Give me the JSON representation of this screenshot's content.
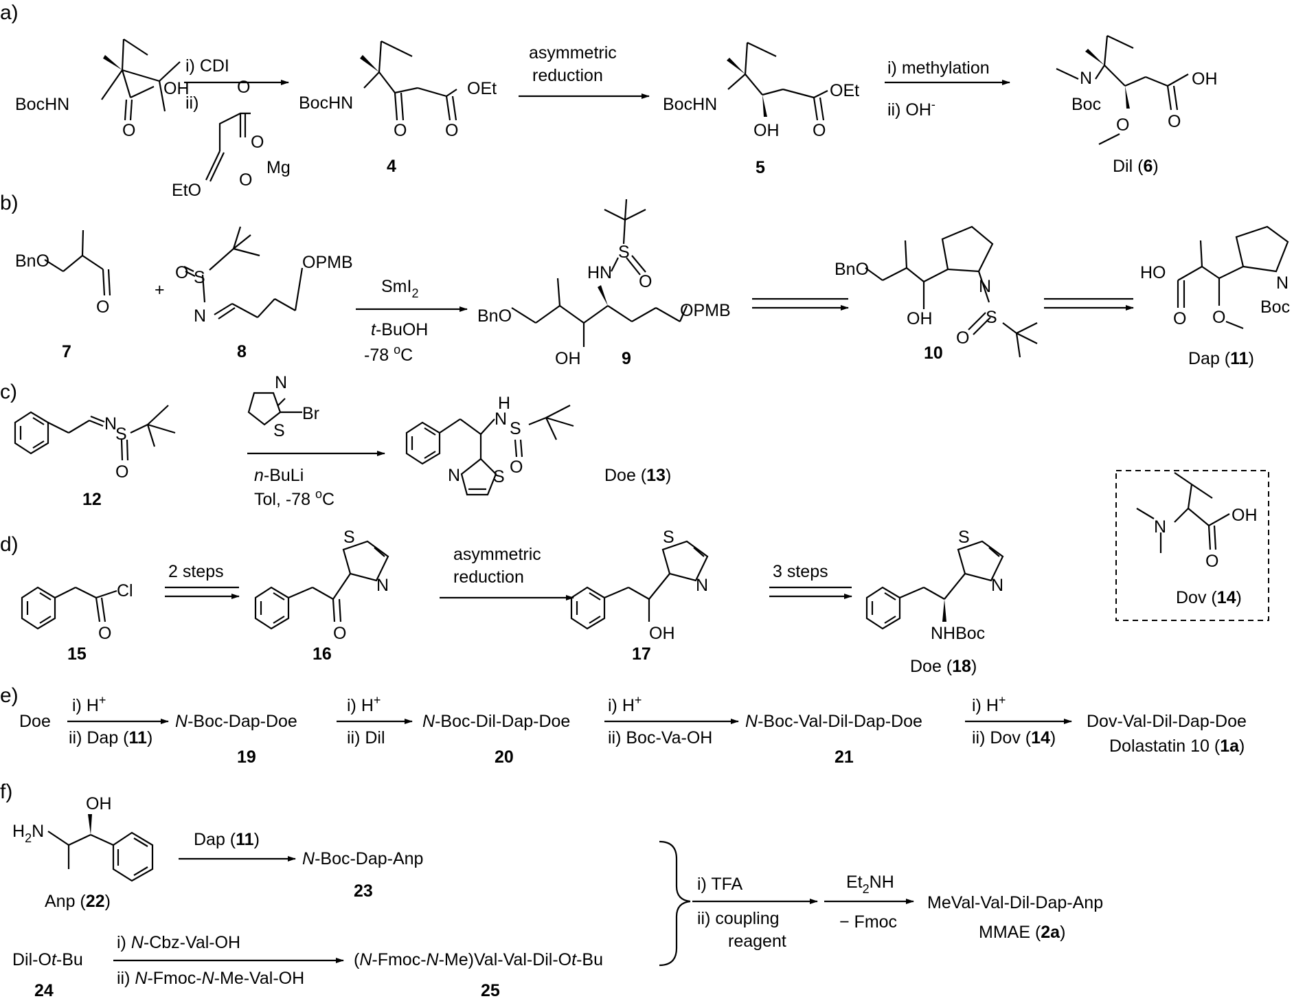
{
  "panels": {
    "a": "a)",
    "b": "b)",
    "c": "c)",
    "d": "d)",
    "e": "e)",
    "f": "f)"
  },
  "a": {
    "reagent1": "i) CDI",
    "reagent2": "ii)",
    "mg_complex": {
      "o1": "O",
      "o2": "O",
      "o3": "O",
      "mg": "Mg",
      "eto": "EtO"
    },
    "sm": {
      "boc": "BocHN",
      "oh": "OH",
      "o": "O"
    },
    "cmpd4": {
      "boc": "BocHN",
      "oet": "OEt",
      "o1": "O",
      "o2": "O",
      "label": "4"
    },
    "arrow2_l1": "asymmetric",
    "arrow2_l2": "reduction",
    "cmpd5": {
      "boc": "BocHN",
      "oet": "OEt",
      "oh": "OH",
      "o": "O",
      "label": "5"
    },
    "arrow3_l1": "i) methylation",
    "arrow3_l2": "ii) OH",
    "arrow3_sup": "-",
    "cmpd6": {
      "n": "N",
      "boc": "Boc",
      "o1": "O",
      "oh": "OH",
      "o2": "O",
      "name": "Dil (",
      "num": "6",
      "close": ")"
    }
  },
  "b": {
    "cmpd7": {
      "bno": "BnO",
      "o": "O",
      "label": "7"
    },
    "plus": "+",
    "cmpd8": {
      "o": "O",
      "s": "S",
      "n": "N",
      "opmb": "OPMB",
      "label": "8"
    },
    "reagent1": "SmI",
    "reagent1_sub": "2",
    "reagent2_it": "t",
    "reagent2": "-BuOH",
    "reagent3": "-78 ",
    "reagent3_sup": "o",
    "reagent3_c": "C",
    "cmpd9": {
      "bno": "BnO",
      "hn": "HN",
      "s": "S",
      "o": "O",
      "oh": "OH",
      "opmb": "OPMB",
      "label": "9"
    },
    "cmpd10": {
      "bno": "BnO",
      "oh": "OH",
      "n": "N",
      "s": "S",
      "o": "O",
      "label": "10"
    },
    "cmpd11": {
      "ho": "HO",
      "o1": "O",
      "o2": "O",
      "n": "N",
      "boc": "Boc",
      "name": "Dap (",
      "num": "11",
      "close": ")"
    }
  },
  "c": {
    "cmpd12": {
      "n": "N",
      "s": "S",
      "o": "O",
      "label": "12"
    },
    "thiazole": {
      "n": "N",
      "s": "S",
      "br": "Br"
    },
    "reagent2_it": "n",
    "reagent2": "-BuLi",
    "reagent3": "Tol, -78 ",
    "reagent3_sup": "o",
    "reagent3_c": "C",
    "cmpd13": {
      "h": "H",
      "n": "N",
      "s1": "S",
      "o": "O",
      "n2": "N",
      "s2": "S",
      "name": "Doe (",
      "num": "13",
      "close": ")"
    }
  },
  "d": {
    "cmpd15": {
      "o": "O",
      "cl": "Cl",
      "label": "15"
    },
    "arrow1": "2 steps",
    "cmpd16": {
      "o": "O",
      "n": "N",
      "s": "S",
      "label": "16"
    },
    "arrow2_l1": "asymmetric",
    "arrow2_l2": "reduction",
    "cmpd17": {
      "oh": "OH",
      "n": "N",
      "s": "S",
      "label": "17"
    },
    "arrow3": "3 steps",
    "cmpd18": {
      "nhboc": "NHBoc",
      "n": "N",
      "s": "S",
      "name": "Doe (",
      "num": "18",
      "close": ")"
    },
    "cmpd14": {
      "n": "N",
      "oh": "OH",
      "o": "O",
      "name": "Dov (",
      "num": "14",
      "close": ")"
    }
  },
  "e": {
    "start": "Doe",
    "a1_top": "i) H",
    "a1_bot_pre": "ii) Dap (",
    "a1_bot_num": "11",
    "a1_bot_post": ")",
    "p19_it": "N",
    "p19": "-Boc-Dap-Doe",
    "l19": "19",
    "a2_top": "i) H",
    "a2_bot": "ii) Dil",
    "p20_it": "N",
    "p20": "-Boc-Dil-Dap-Doe",
    "l20": "20",
    "a3_top": "i) H",
    "a3_bot": "ii) Boc-Va-OH",
    "p21_it": "N",
    "p21": "-Boc-Val-Dil-Dap-Doe",
    "l21": "21",
    "a4_top": "i) H",
    "a4_bot_pre": "ii) Dov (",
    "a4_bot_num": "14",
    "a4_bot_post": ")",
    "product": "Dov-Val-Dil-Dap-Doe",
    "product_name_pre": "Dolastatin 10 (",
    "product_name_num": "1a",
    "product_name_post": ")",
    "plus_sup": "+"
  },
  "f": {
    "cmpd22": {
      "h2n": "H",
      "h2n_sub": "2",
      "h2n_n": "N",
      "oh": "OH",
      "name": "Anp (",
      "num": "22",
      "close": ")"
    },
    "a1_pre": "Dap (",
    "a1_num": "11",
    "a1_post": ")",
    "p23_it": "N",
    "p23": "-Boc-Dap-Anp",
    "l23": "23",
    "sm24_pre": "Dil-O",
    "sm24_it": "t",
    "sm24_post": "-Bu",
    "l24": "24",
    "a2_top_pre": "i) ",
    "a2_top_it": "N",
    "a2_top_post": "-Cbz-Val-OH",
    "a2_bot_pre": "ii) ",
    "a2_bot_it1": "N",
    "a2_bot_mid": "-Fmoc-",
    "a2_bot_it2": "N",
    "a2_bot_post": "-Me-Val-OH",
    "p25_a": "(",
    "p25_it1": "N",
    "p25_b": "-Fmoc-",
    "p25_it2": "N",
    "p25_c": "-Me)Val-Val-Dil-O",
    "p25_it3": "t",
    "p25_d": "-Bu",
    "l25": "25",
    "a3_top": "i) TFA",
    "a3_bot1": "ii) coupling",
    "a3_bot2": "reagent",
    "a4_top": "Et",
    "a4_top_sub": "2",
    "a4_top_post": "NH",
    "a4_bot": "− Fmoc",
    "product": "MeVal-Val-Dil-Dap-Anp",
    "product_name_pre": "MMAE (",
    "product_name_num": "2a",
    "product_name_post": ")"
  }
}
